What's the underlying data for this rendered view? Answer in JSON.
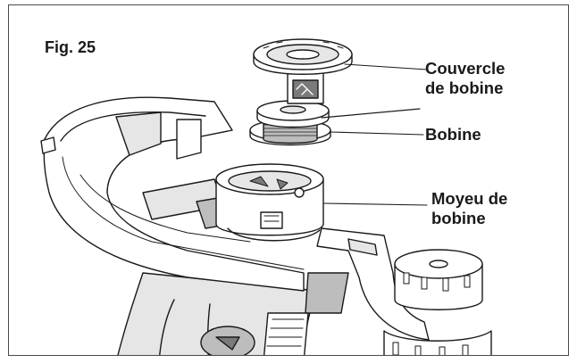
{
  "figure": {
    "title": "Fig. 25"
  },
  "callouts": {
    "spool_cover": [
      "Couvercle",
      "de bobine"
    ],
    "spool": "Bobine",
    "spool_hub": [
      "Moyeu de",
      "bobine"
    ]
  },
  "colors": {
    "line": "#1a1a1a",
    "fill": "#ffffff",
    "shade_light": "#e6e6e6",
    "shade_mid": "#bdbdbd",
    "shade_dark": "#7a7a7a",
    "frame": "#4a4a4a"
  }
}
